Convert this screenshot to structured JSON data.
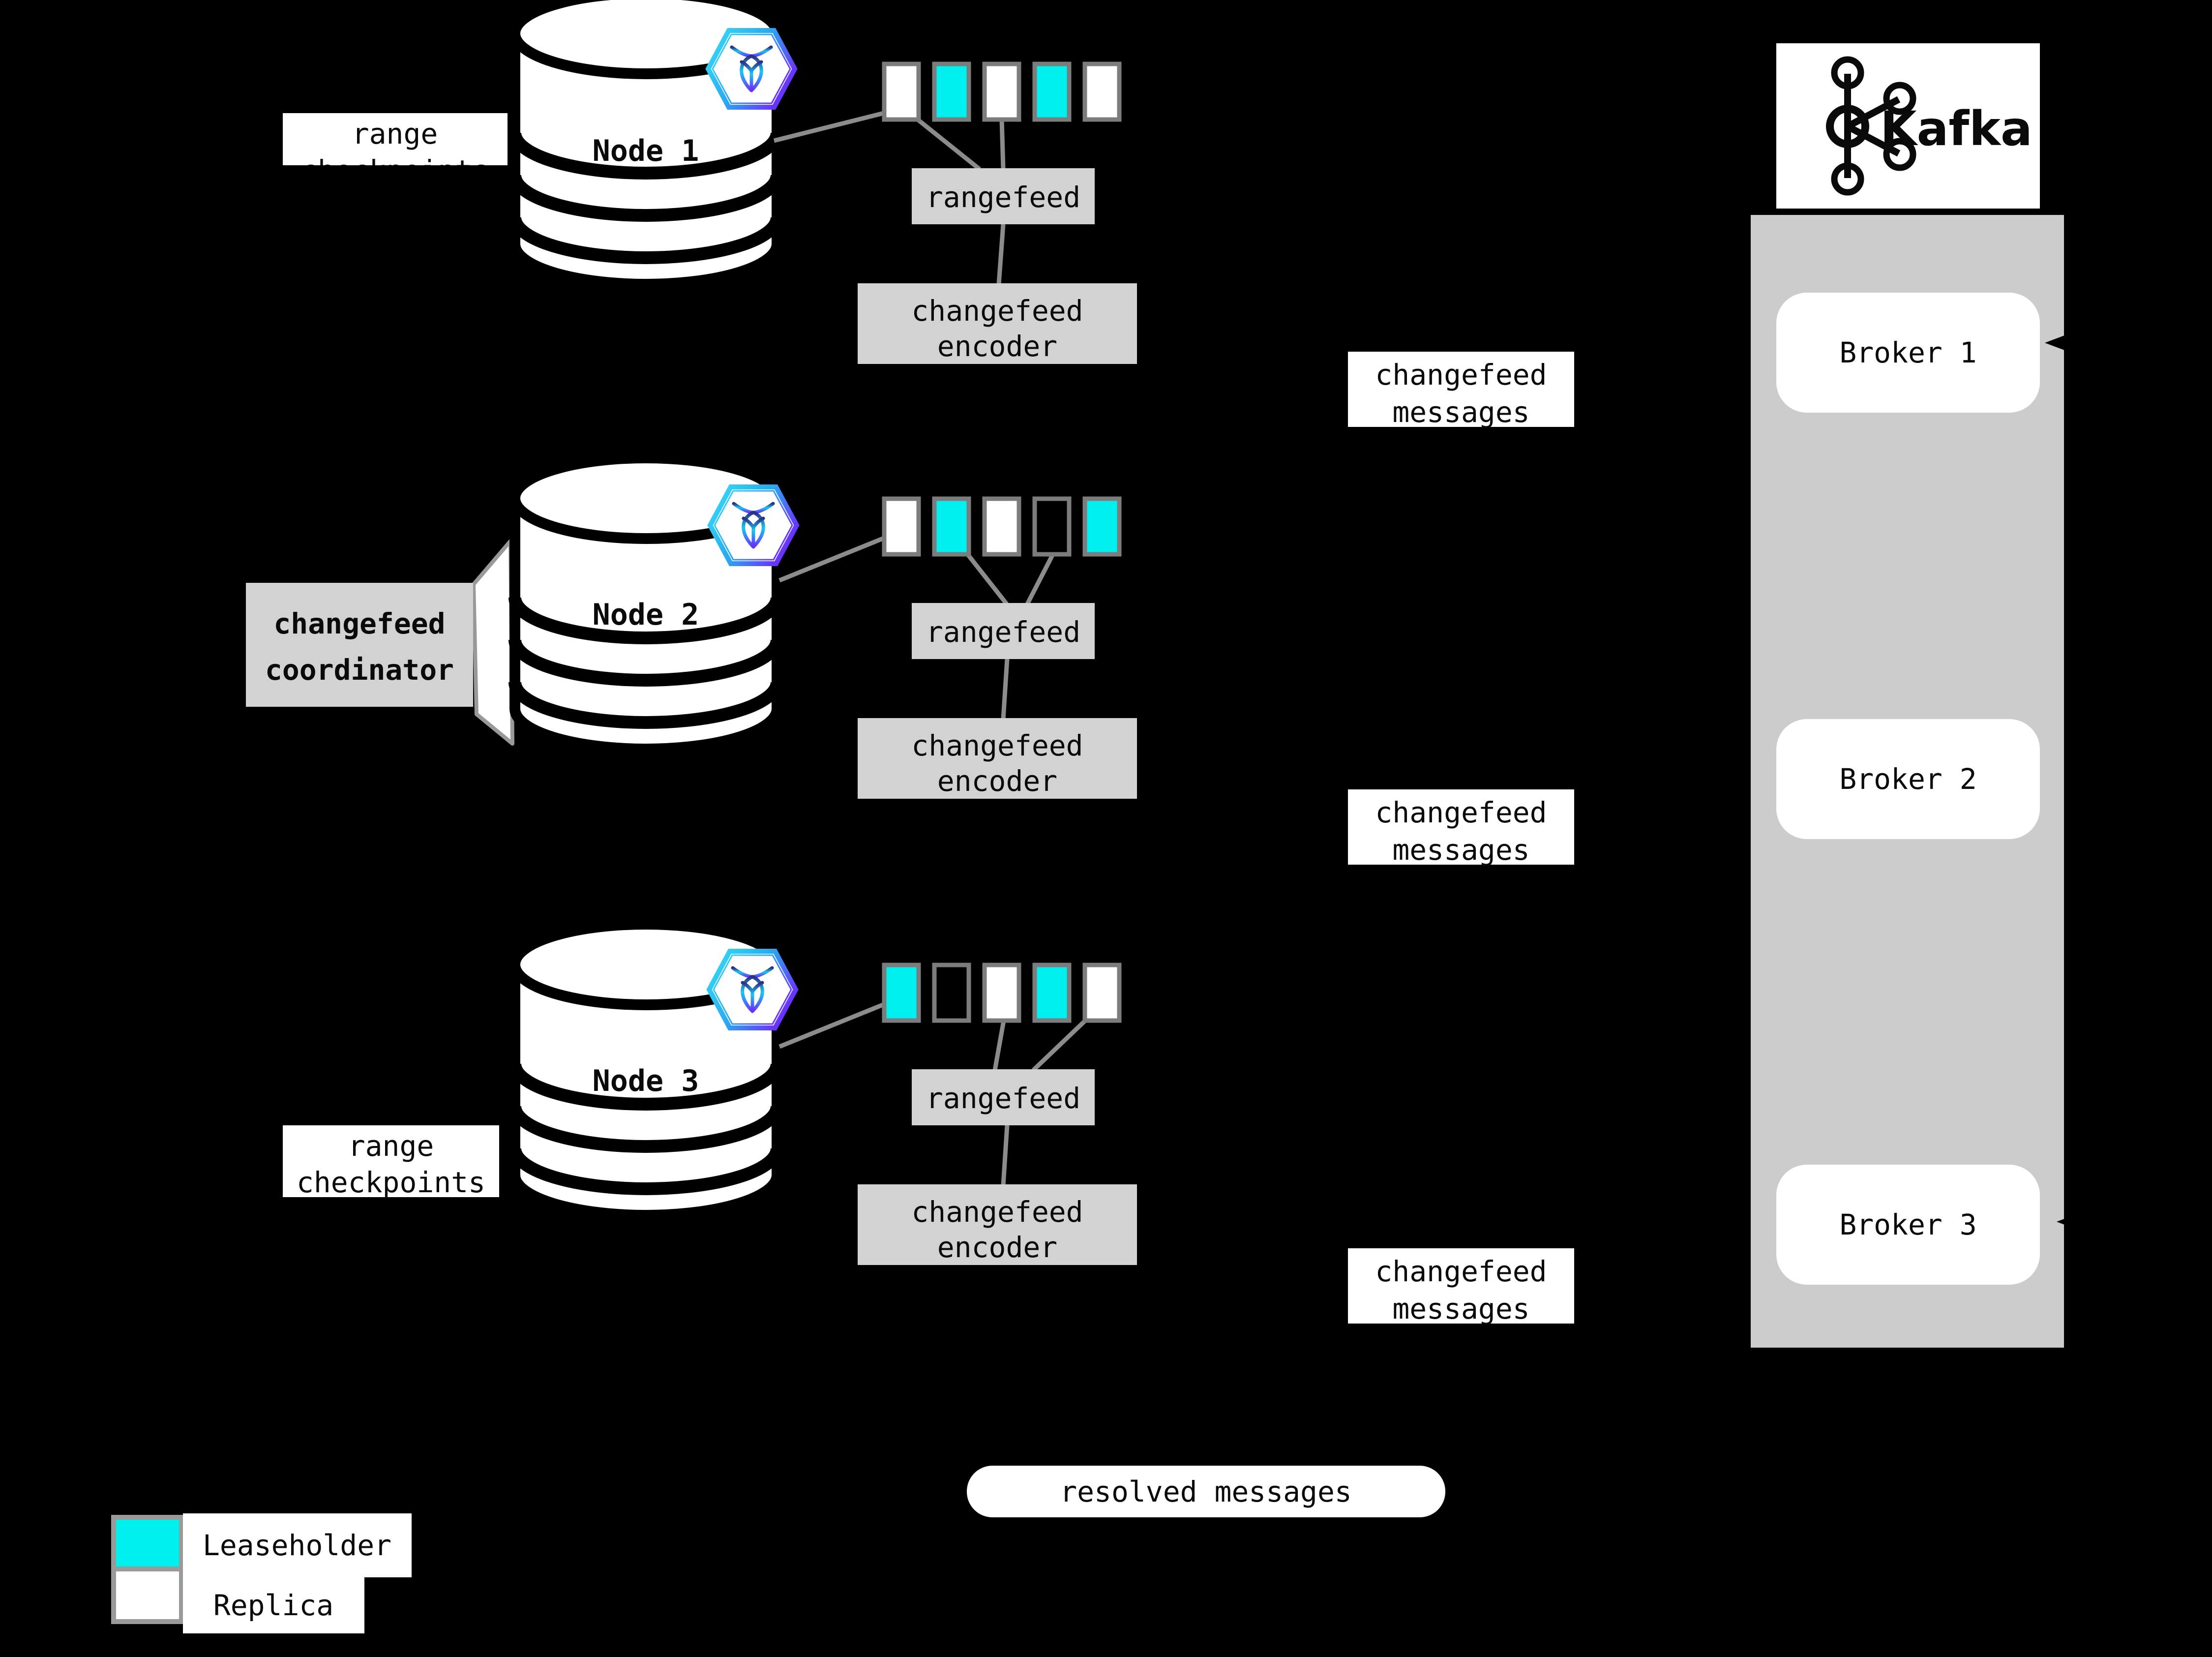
{
  "colors": {
    "background": "#000000",
    "leaseholder_cyan": "#00efef",
    "replica_white": "#ffffff",
    "box_gray": "#d2d2d2",
    "cluster_gray": "#cccccc",
    "connector_gray": "#8c8c8c",
    "node_label_purple": "#5b2ee1",
    "hex_gradient_start": "#35dff5",
    "hex_gradient_end": "#6933ff"
  },
  "nodes": [
    {
      "label": "Node 1",
      "ranges": [
        {
          "kind": "replica",
          "color": "#ffffff"
        },
        {
          "kind": "leaseholder",
          "color": "#00efef"
        },
        {
          "kind": "replica",
          "color": "#ffffff"
        },
        {
          "kind": "leaseholder",
          "color": "#00efef"
        },
        {
          "kind": "replica",
          "color": "#ffffff"
        }
      ]
    },
    {
      "label": "Node 2",
      "ranges": [
        {
          "kind": "replica",
          "color": "#ffffff"
        },
        {
          "kind": "leaseholder",
          "color": "#00efef"
        },
        {
          "kind": "replica",
          "color": "#ffffff"
        },
        {
          "kind": "empty",
          "color": "none"
        },
        {
          "kind": "leaseholder",
          "color": "#00efef"
        }
      ]
    },
    {
      "label": "Node 3",
      "ranges": [
        {
          "kind": "leaseholder",
          "color": "#00efef"
        },
        {
          "kind": "empty",
          "color": "none"
        },
        {
          "kind": "replica",
          "color": "#ffffff"
        },
        {
          "kind": "leaseholder",
          "color": "#00efef"
        },
        {
          "kind": "replica",
          "color": "#ffffff"
        }
      ]
    }
  ],
  "labels": {
    "rangefeed": "rangefeed",
    "encoder_line1": "changefeed",
    "encoder_line2": "encoder",
    "messages_line1": "changefeed",
    "messages_line2": "messages",
    "coordinator_line1": "changefeed",
    "coordinator_line2": "coordinator",
    "range_checkpoints_line1": "range",
    "range_checkpoints_line2": "checkpoints",
    "resolved_messages": "resolved messages"
  },
  "kafka": {
    "logo_text": "Kafka",
    "brokers": [
      {
        "label": "Broker 1"
      },
      {
        "label": "Broker 2"
      },
      {
        "label": "Broker 3"
      }
    ]
  },
  "legend": {
    "items": [
      {
        "label": "Leaseholder",
        "color": "#00efef"
      },
      {
        "label": "Replica",
        "color": "#ffffff"
      }
    ]
  }
}
